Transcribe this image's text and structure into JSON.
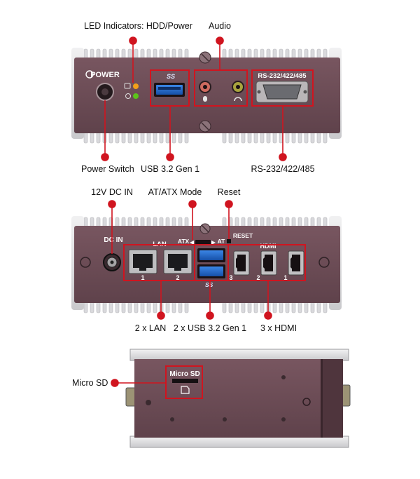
{
  "panel1": {
    "callouts": {
      "led": "LED Indicators: HDD/Power",
      "audio": "Audio",
      "power_switch": "Power Switch",
      "usb": "USB 3.2 Gen 1",
      "serial": "RS-232/422/485"
    },
    "printed": {
      "power": "POWER",
      "usb_logo": "SS",
      "serial": "RS-232/422/485"
    }
  },
  "panel2": {
    "callouts": {
      "dc_in": "12V DC IN",
      "atx_mode": "AT/ATX Mode",
      "reset": "Reset",
      "lan": "2 x LAN",
      "usb": "2 x USB 3.2 Gen 1",
      "hdmi": "3 x HDMI"
    },
    "printed": {
      "dc_in": "DC IN",
      "lan": "LAN",
      "lan_ports": [
        "1",
        "2"
      ],
      "atx": "ATX",
      "at": "AT",
      "reset": "RESET",
      "hdmi": "HDMI",
      "hdmi_ports": [
        "3",
        "2",
        "1"
      ],
      "usb_logo": "SS"
    }
  },
  "panel3": {
    "callouts": {
      "micro_sd": "Micro SD"
    },
    "printed": {
      "micro_sd": "Micro SD"
    }
  },
  "colors": {
    "callout_red": "#d0141f",
    "chassis_maroon": "#6e4a52",
    "chassis_dark": "#523740",
    "metal_silver": "#d8d8da",
    "usb_blue": "#1f66c9"
  }
}
